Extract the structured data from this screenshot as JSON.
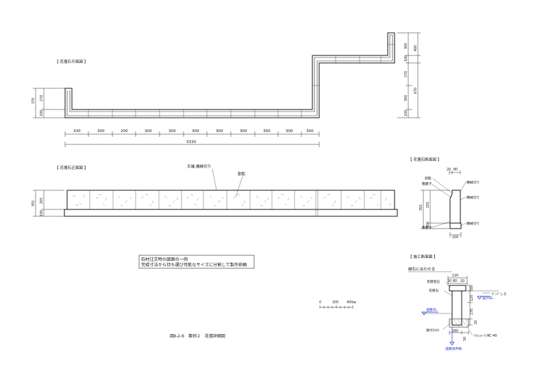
{
  "plan": {
    "title": "【 花壇石平面図 】",
    "bottom_segments": [
      "330",
      "300",
      "200",
      "300",
      "300",
      "300",
      "300",
      "300",
      "300",
      "300",
      "300"
    ],
    "total": "3330",
    "left_dims": [
      "370",
      "270",
      "100"
    ],
    "right_dims": [
      "300",
      "100",
      "270",
      "300",
      "100"
    ],
    "right_totals": [
      "400",
      "670"
    ]
  },
  "elevation": {
    "title": "【 花壇石正面図 】",
    "label_top": "天端,機械切り",
    "label_face": "割肌",
    "left_dims": [
      "355",
      "255",
      "100"
    ]
  },
  "section": {
    "title": "【 花壇石断面図 】",
    "top_dims": [
      "20",
      "80"
    ],
    "labels": [
      "割肌",
      "粗磨き",
      "機械切り",
      "機械切り",
      "粗磨き",
      "機械切り"
    ],
    "left_dims": [
      "355",
      "255",
      "100"
    ],
    "bottom_dim": "100"
  },
  "construction": {
    "title": "【 施工断面図 】",
    "align_label": "縁石に合わせる",
    "stone_label": "花壇笠石",
    "stone_dims": [
      "120",
      "20",
      "80",
      "20"
    ],
    "bed_label": "花壇石",
    "bond_label": "ﾎﾞﾝﾄﾞしろ",
    "gl_label": "設計GL",
    "road_gl_label": "道路GL",
    "mortar_label": "張付ﾓﾙﾀﾙ",
    "concrete_label": "ｸﾗｯｼｬｰﾗﾝRC-40",
    "road_label": "道路境界線",
    "vertical_dims": [
      "50",
      "120",
      "235",
      "20"
    ],
    "bottom_dims": [
      "180",
      "50"
    ]
  },
  "note": {
    "line1": "石材注文時の図面の一例",
    "line2": "完成寸法から持ち運び可能なサイズに分割して製作依頼"
  },
  "scale": {
    "labels": [
      "0",
      "200",
      "400㎜"
    ]
  },
  "caption": "図Ⅱ-2-6　事例２　花壇詳細図"
}
